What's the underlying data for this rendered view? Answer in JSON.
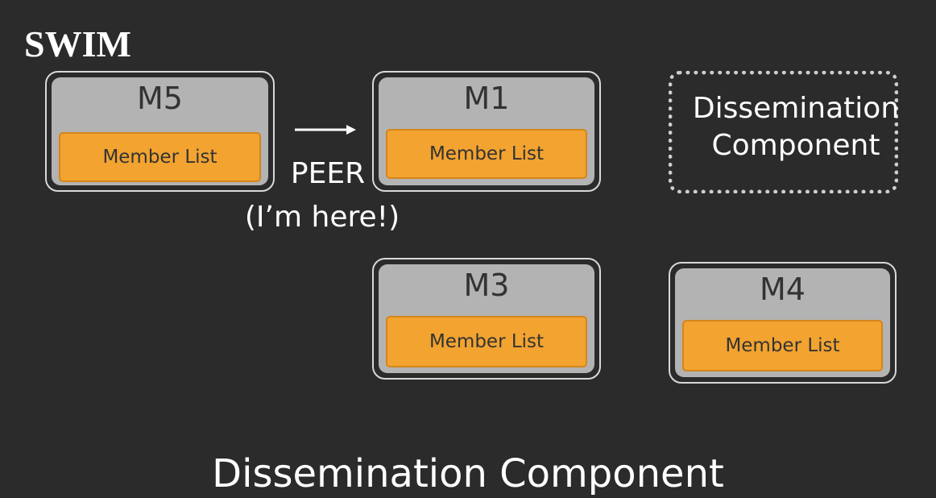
{
  "title": "SWIM",
  "members": [
    {
      "name": "M5",
      "list_label": "Member List"
    },
    {
      "name": "M1",
      "list_label": "Member List"
    },
    {
      "name": "M3",
      "list_label": "Member List"
    },
    {
      "name": "M4",
      "list_label": "Member List"
    }
  ],
  "dissemination_box": {
    "line1": "Dissemination",
    "line2": "Component"
  },
  "message": {
    "type": "PEER",
    "text": "(I’m here!)"
  },
  "bottom_title": "Dissemination Component",
  "colors": {
    "background": "#2b2b2b",
    "member_fill": "#b3b3b3",
    "member_list_fill": "#f2a330",
    "text_light": "#ffffff",
    "text_dark": "#333333"
  }
}
